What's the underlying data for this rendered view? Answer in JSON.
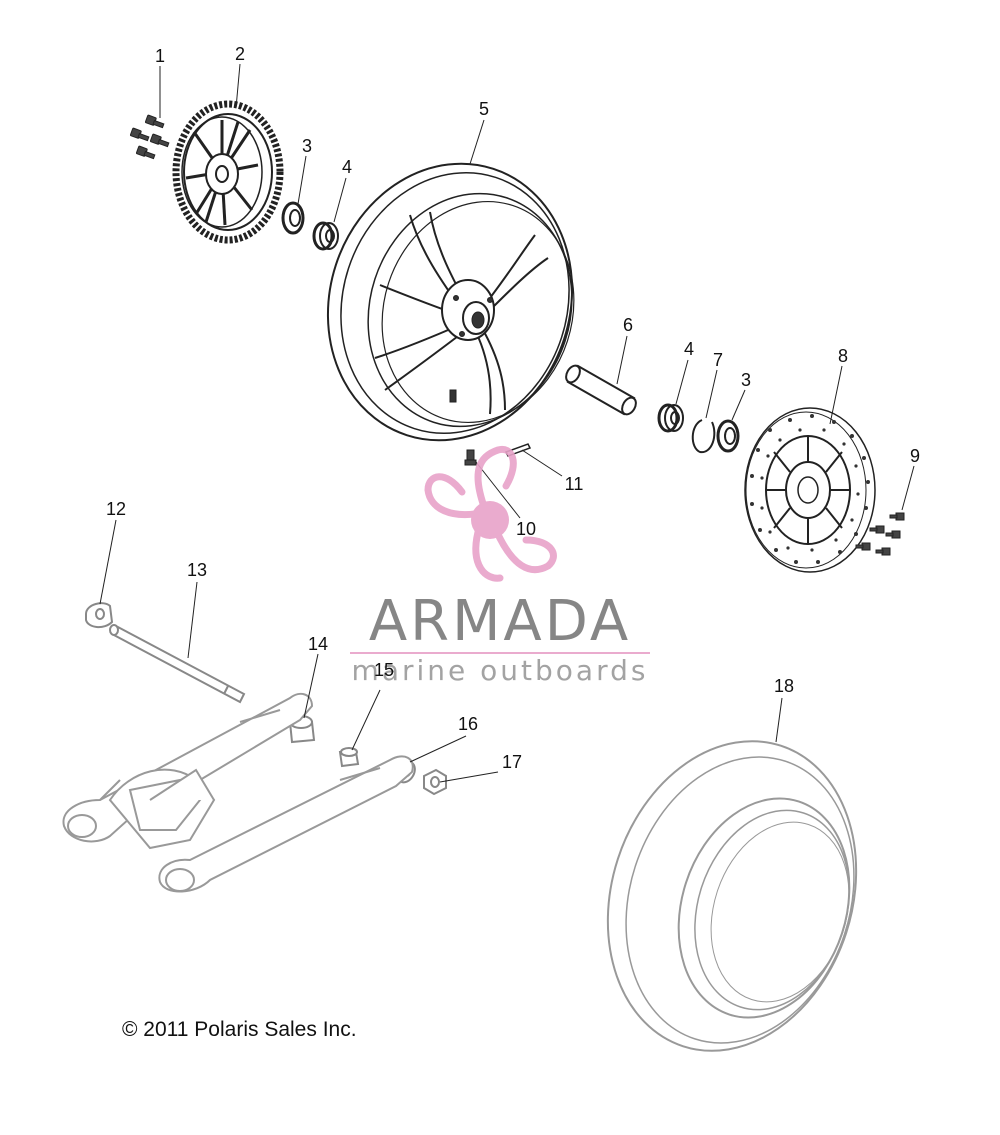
{
  "diagram": {
    "callouts": {
      "c1": "1",
      "c2": "2",
      "c3a": "3",
      "c4a": "4",
      "c5": "5",
      "c6": "6",
      "c4b": "4",
      "c7": "7",
      "c3b": "3",
      "c8": "8",
      "c9": "9",
      "c10": "10",
      "c11": "11",
      "c12": "12",
      "c13": "13",
      "c14": "14",
      "c15": "15",
      "c16": "16",
      "c17": "17",
      "c18": "18"
    },
    "copyright": "© 2011 Polaris Sales Inc."
  },
  "watermark": {
    "title": "ARMADA",
    "subtitle": "marine outboards",
    "color_pink": "#e8a3c9",
    "color_gray": "#7a7a7a"
  }
}
